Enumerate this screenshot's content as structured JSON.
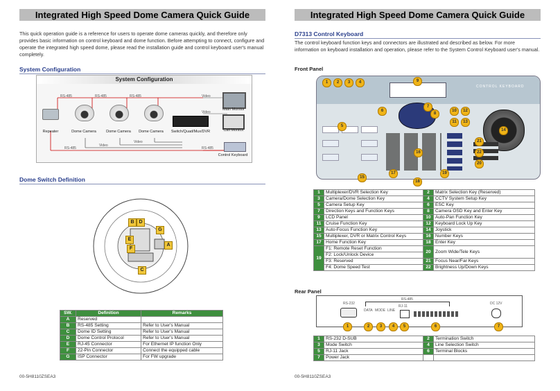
{
  "left": {
    "title": "Integrated High Speed Dome Camera Quick Guide",
    "intro": "This quick operation guide is a reference for users to operate dome cameras quickly, and therefore only provides basic information on control keyboard and dome function. Before attempting to connect, configure and operate the integrated high speed dome, please read the installation guide and control keyboard user's manual completely.",
    "sys_config_heading": "System Configuration",
    "sys_diagram": {
      "banner": "System Configuration",
      "devices": [
        "Repeater",
        "Dome Camera",
        "Dome Camera",
        "Dome Camera",
        "Switch/Quad/Mux/DVR",
        "Main Monitor",
        "Call Monitor",
        "Control Keyboard"
      ],
      "wires": [
        "RS-485",
        "RS-485",
        "RS-485",
        "Video",
        "Video",
        "Video",
        "Video",
        "RS-485",
        "RS-485"
      ]
    },
    "dome_switch_heading": "Dome Switch Definition",
    "dome_labels": [
      "B",
      "D",
      "G",
      "E",
      "F",
      "A",
      "C"
    ],
    "switch_table": {
      "headers": [
        "SW.",
        "Definition",
        "Remarks"
      ],
      "rows": [
        [
          "A",
          "Reserved",
          ""
        ],
        [
          "B",
          "RS-485 Setting",
          "Refer to User's Manual"
        ],
        [
          "C",
          "Dome ID Setting",
          "Refer to User's Manual"
        ],
        [
          "D",
          "Dome Control Protocol",
          "Refer to User's Manual"
        ],
        [
          "E",
          "RJ-45 Connector",
          "For Ethernet IP function Only"
        ],
        [
          "F",
          "22-Pin Connector",
          "Connect the equipped cable"
        ],
        [
          "G",
          "ISP Connector",
          "For FW upgrade"
        ]
      ]
    },
    "footer": "00-5H8110ZSEA3"
  },
  "right": {
    "title": "Integrated High Speed Dome Camera Quick Guide",
    "kb_heading": "D7313 Control Keyboard",
    "kb_intro": "The control keyboard function keys and connectors are illustrated and described as below. For more information on keyboard installation and operation, please refer to the System Control Keyboard user's manual.",
    "front_panel_label": "Front Panel",
    "kb_brand": "CONTROL KEYBOARD",
    "kb_badges": [
      "1",
      "2",
      "3",
      "4",
      "9",
      "5",
      "6",
      "7",
      "8",
      "10",
      "11",
      "12",
      "13",
      "14",
      "15",
      "16",
      "17",
      "18",
      "19",
      "20",
      "21",
      "22"
    ],
    "front_table": [
      [
        "1",
        "Multiplexer/DVR Selection Key",
        "2",
        "Matrix Selection Key (Reserved)"
      ],
      [
        "3",
        "Camera/Dome Selection Key",
        "4",
        "CCTV System Setup Key"
      ],
      [
        "5",
        "Camera Setup Key",
        "6",
        "ESC Key"
      ],
      [
        "7",
        "Direction Keys and Function Keys",
        "8",
        "Camera OSD Key and Enter Key"
      ],
      [
        "9",
        "LCD Panel",
        "10",
        "Auto-Pan Function Key"
      ],
      [
        "11",
        "Cruise Function Key",
        "12",
        "Keyboard Lock Up Key"
      ],
      [
        "13",
        "Auto-Focus Function Key",
        "14",
        "Joystick"
      ],
      [
        "15",
        "Multiplexer, DVR or Matrix Control Keys",
        "16",
        "Number Keys"
      ],
      [
        "17",
        "Home Function Key",
        "18",
        "Enter Key"
      ]
    ],
    "front_table_19": {
      "num": "19",
      "lines": [
        "F1: Remote Reset Function",
        "F2: Lock/Unlock Device",
        "F3: Reserved",
        "F4: Dome Speed Test"
      ],
      "right_rows": [
        [
          "20",
          "Zoom Wide/Tele Keys"
        ],
        [
          "21",
          "Focus Near/Far Keys"
        ],
        [
          "22",
          "Brightness Up/Down Keys"
        ]
      ]
    },
    "rear_panel_label": "Rear Panel",
    "rear_labels": [
      "RS-232",
      "RS-485",
      "DATA",
      "MODE",
      "LINE",
      "RJ-11",
      "DC 12V"
    ],
    "rear_badges": [
      "1",
      "2",
      "3",
      "4",
      "5",
      "6",
      "7"
    ],
    "rear_table": [
      [
        "1",
        "RS-232 D-SUB",
        "2",
        "Termination Switch"
      ],
      [
        "3",
        "Mode Switch",
        "4",
        "Line Selection Switch"
      ],
      [
        "5",
        "RJ-11 Jack",
        "6",
        "Terminal Blocks"
      ],
      [
        "7",
        "Power Jack",
        "",
        ""
      ]
    ],
    "footer": "00-5H8110ZSEA3"
  }
}
